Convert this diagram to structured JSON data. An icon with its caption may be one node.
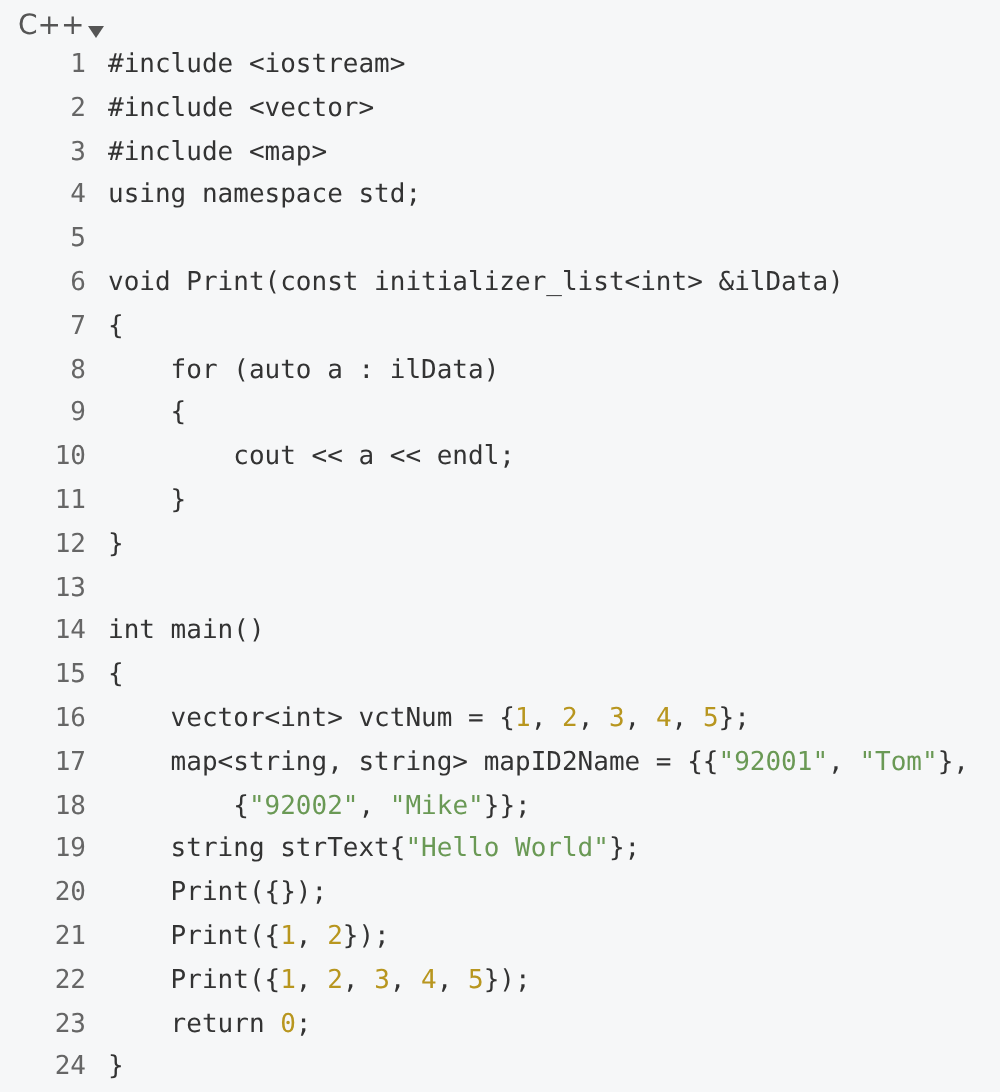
{
  "diagram": {
    "labels": [
      "C++",
      "1",
      "#include <iostream>",
      "2",
      "#include <vector>",
      "3",
      "#include <map>",
      "4",
      "using namespace std;",
      "5",
      "6",
      "void Print(const initializer_list<int> &ilData)",
      "7",
      "{",
      "8",
      "    for (auto a : ilData)",
      "9",
      "    {",
      "10",
      "        cout << a << endl;",
      "11",
      "    }",
      "12",
      "}",
      "13",
      "14",
      "int main()",
      "15",
      "{",
      "16",
      "    vector<int> vctNum = {1, 2, 3, 4, 5};",
      "17",
      "    map<string, string> mapID2Name = {{\"92001\", \"Tom\"},",
      "18",
      "        {\"92002\", \"Mike\"}};",
      "19",
      "    string strText{\"Hello World\"};",
      "20",
      "    Print({});",
      "21",
      "    Print({1, 2});",
      "22",
      "    Print({1, 2, 3, 4, 5});",
      "23",
      "    return 0;",
      "24",
      "}"
    ]
  }
}
